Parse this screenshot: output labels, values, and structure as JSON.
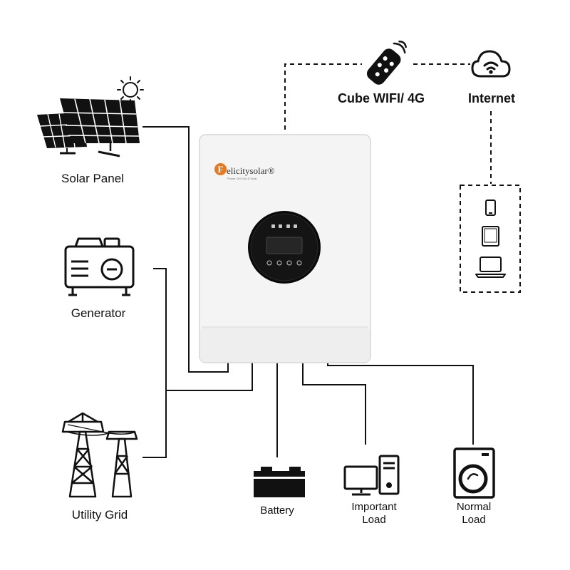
{
  "labels": {
    "solar_panel": "Solar Panel",
    "generator": "Generator",
    "utility_grid": "Utility Grid",
    "cube_wifi": "Cube WIFI/ 4G",
    "internet": "Internet",
    "battery": "Battery",
    "important_load_line1": "Important",
    "important_load_line2": "Load",
    "normal_load_line1": "Normal",
    "normal_load_line2": "Load"
  },
  "inverter": {
    "brand_letter": "F",
    "brand_name": "elicitysolar®",
    "brand_tagline": "Power Ctrl Grid & Solar"
  },
  "icons": {
    "sun": "sun-icon",
    "solar_panel": "solar-panel-icon",
    "generator": "generator-icon",
    "utility_grid": "power-pylon-icon",
    "remote": "remote-control-icon",
    "cloud": "cloud-wifi-icon",
    "phone": "phone-icon",
    "tablet": "tablet-icon",
    "laptop": "laptop-icon",
    "battery": "battery-icon",
    "computer": "computer-icon",
    "washing_machine": "washing-machine-icon"
  },
  "colors": {
    "line": "#111111",
    "inverter_body": "#f4f4f4",
    "display_ring": "#0a0a0a",
    "screen": "#1c1c1c",
    "brand_accent": "#e8781e"
  }
}
